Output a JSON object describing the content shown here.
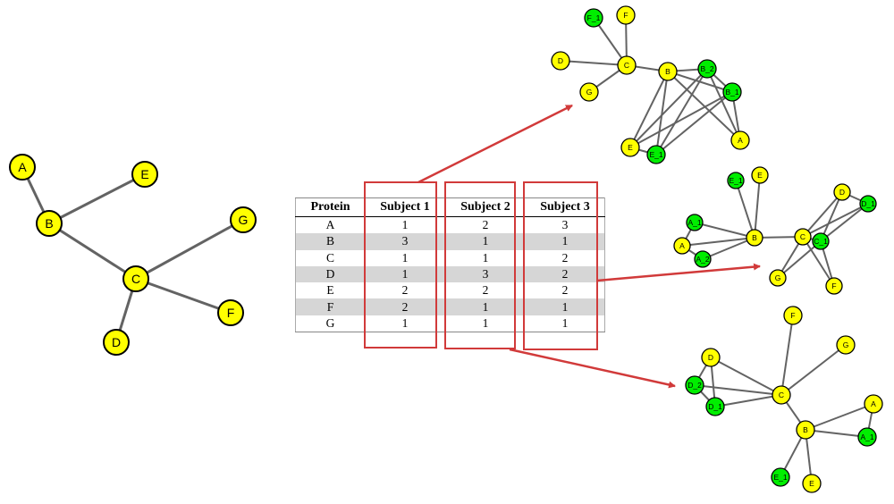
{
  "colors": {
    "base_node": "#ffff00",
    "variant_node": "#00ee00",
    "edge": "#636363",
    "highlight": "#d13a3a",
    "row_shade": "#d6d6d6"
  },
  "table": {
    "headers": [
      "Protein",
      "Subject 1",
      "Subject 2",
      "Subject 3"
    ],
    "rows": [
      [
        "A",
        "1",
        "2",
        "3"
      ],
      [
        "B",
        "3",
        "1",
        "1"
      ],
      [
        "C",
        "1",
        "1",
        "2"
      ],
      [
        "D",
        "1",
        "3",
        "2"
      ],
      [
        "E",
        "2",
        "2",
        "2"
      ],
      [
        "F",
        "2",
        "1",
        "1"
      ],
      [
        "G",
        "1",
        "1",
        "1"
      ]
    ]
  },
  "base_network": {
    "nodes": [
      {
        "id": "A",
        "label": "A"
      },
      {
        "id": "B",
        "label": "B"
      },
      {
        "id": "C",
        "label": "C"
      },
      {
        "id": "D",
        "label": "D"
      },
      {
        "id": "E",
        "label": "E"
      },
      {
        "id": "F",
        "label": "F"
      },
      {
        "id": "G",
        "label": "G"
      }
    ],
    "edges": [
      [
        "A",
        "B"
      ],
      [
        "B",
        "E"
      ],
      [
        "B",
        "C"
      ],
      [
        "C",
        "G"
      ],
      [
        "C",
        "F"
      ],
      [
        "C",
        "D"
      ]
    ]
  },
  "subject_networks": [
    {
      "subject": "Subject 1",
      "nodes": [
        {
          "id": "F_1",
          "label": "F_1",
          "variant": true
        },
        {
          "id": "F",
          "label": "F",
          "variant": false
        },
        {
          "id": "D",
          "label": "D",
          "variant": false
        },
        {
          "id": "C",
          "label": "C",
          "variant": false
        },
        {
          "id": "B",
          "label": "B",
          "variant": false
        },
        {
          "id": "B_2",
          "label": "B_2",
          "variant": true
        },
        {
          "id": "G",
          "label": "G",
          "variant": false
        },
        {
          "id": "B_1",
          "label": "B_1",
          "variant": true
        },
        {
          "id": "A",
          "label": "A",
          "variant": false
        },
        {
          "id": "E",
          "label": "E",
          "variant": false
        },
        {
          "id": "E_1",
          "label": "E_1",
          "variant": true
        }
      ],
      "edges": [
        [
          "F_1",
          "C"
        ],
        [
          "F",
          "C"
        ],
        [
          "D",
          "C"
        ],
        [
          "G",
          "C"
        ],
        [
          "C",
          "B"
        ],
        [
          "B",
          "B_2"
        ],
        [
          "B",
          "B_1"
        ],
        [
          "B",
          "A"
        ],
        [
          "B",
          "E"
        ],
        [
          "B",
          "E_1"
        ],
        [
          "B_2",
          "B_1"
        ],
        [
          "B_2",
          "A"
        ],
        [
          "B_2",
          "E"
        ],
        [
          "B_2",
          "E_1"
        ],
        [
          "B_1",
          "A"
        ],
        [
          "B_1",
          "E"
        ],
        [
          "B_1",
          "E_1"
        ],
        [
          "E",
          "E_1"
        ]
      ]
    },
    {
      "subject": "Subject 2",
      "nodes": [
        {
          "id": "E_1",
          "label": "E_1",
          "variant": true
        },
        {
          "id": "E",
          "label": "E",
          "variant": false
        },
        {
          "id": "D",
          "label": "D",
          "variant": false
        },
        {
          "id": "D_1",
          "label": "D_1",
          "variant": true
        },
        {
          "id": "A_1",
          "label": "A_1",
          "variant": true
        },
        {
          "id": "B",
          "label": "B",
          "variant": false
        },
        {
          "id": "C",
          "label": "C",
          "variant": false
        },
        {
          "id": "C_1",
          "label": "C_1",
          "variant": true
        },
        {
          "id": "A",
          "label": "A",
          "variant": false
        },
        {
          "id": "A_2",
          "label": "A_2",
          "variant": true
        },
        {
          "id": "G",
          "label": "G",
          "variant": false
        },
        {
          "id": "F",
          "label": "F",
          "variant": false
        }
      ],
      "edges": [
        [
          "E_1",
          "B"
        ],
        [
          "E",
          "B"
        ],
        [
          "A_1",
          "B"
        ],
        [
          "A",
          "B"
        ],
        [
          "A_2",
          "B"
        ],
        [
          "A_1",
          "A"
        ],
        [
          "A",
          "A_2"
        ],
        [
          "B",
          "C"
        ],
        [
          "C",
          "D"
        ],
        [
          "C",
          "D_1"
        ],
        [
          "C",
          "C_1"
        ],
        [
          "C",
          "G"
        ],
        [
          "C",
          "F"
        ],
        [
          "D",
          "D_1"
        ],
        [
          "D",
          "C_1"
        ],
        [
          "D_1",
          "C_1"
        ],
        [
          "C_1",
          "G"
        ],
        [
          "C_1",
          "F"
        ]
      ]
    },
    {
      "subject": "Subject 3",
      "nodes": [
        {
          "id": "F",
          "label": "F",
          "variant": false
        },
        {
          "id": "G",
          "label": "G",
          "variant": false
        },
        {
          "id": "D",
          "label": "D",
          "variant": false
        },
        {
          "id": "D_2",
          "label": "D_2",
          "variant": true
        },
        {
          "id": "D_1",
          "label": "D_1",
          "variant": true
        },
        {
          "id": "C",
          "label": "C",
          "variant": false
        },
        {
          "id": "A",
          "label": "A",
          "variant": false
        },
        {
          "id": "B",
          "label": "B",
          "variant": false
        },
        {
          "id": "A_1",
          "label": "A_1",
          "variant": true
        },
        {
          "id": "E_1",
          "label": "E_1",
          "variant": true
        },
        {
          "id": "E",
          "label": "E",
          "variant": false
        }
      ],
      "edges": [
        [
          "F",
          "C"
        ],
        [
          "G",
          "C"
        ],
        [
          "D",
          "C"
        ],
        [
          "D_2",
          "C"
        ],
        [
          "D_1",
          "C"
        ],
        [
          "D",
          "D_2"
        ],
        [
          "D",
          "D_1"
        ],
        [
          "D_2",
          "D_1"
        ],
        [
          "C",
          "B"
        ],
        [
          "B",
          "A"
        ],
        [
          "B",
          "A_1"
        ],
        [
          "A",
          "A_1"
        ],
        [
          "B",
          "E_1"
        ],
        [
          "B",
          "E"
        ]
      ]
    }
  ]
}
